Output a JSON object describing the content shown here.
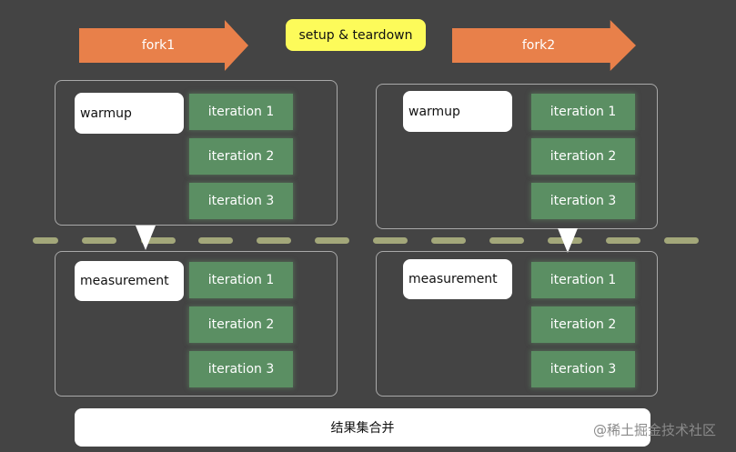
{
  "header": {
    "fork1_label": "fork1",
    "setup_label": "setup & teardown",
    "fork2_label": "fork2"
  },
  "fork1": {
    "warmup": {
      "label": "warmup",
      "iterations": [
        "iteration 1",
        "iteration 2",
        "iteration 3"
      ]
    },
    "measurement": {
      "label": "measurement",
      "iterations": [
        "iteration 1",
        "iteration 2",
        "iteration 3"
      ]
    }
  },
  "fork2": {
    "warmup": {
      "label": "warmup",
      "iterations": [
        "iteration 1",
        "iteration 2",
        "iteration 3"
      ]
    },
    "measurement": {
      "label": "measurement",
      "iterations": [
        "iteration 1",
        "iteration 2",
        "iteration 3"
      ]
    }
  },
  "result_label": "结果集合并",
  "watermark": "@稀土掘金技术社区",
  "colors": {
    "background": "#444444",
    "arrow": "#e8804a",
    "setup": "#fdfb5a",
    "iteration": "#5b8f63",
    "divider": "#a3a77a"
  }
}
